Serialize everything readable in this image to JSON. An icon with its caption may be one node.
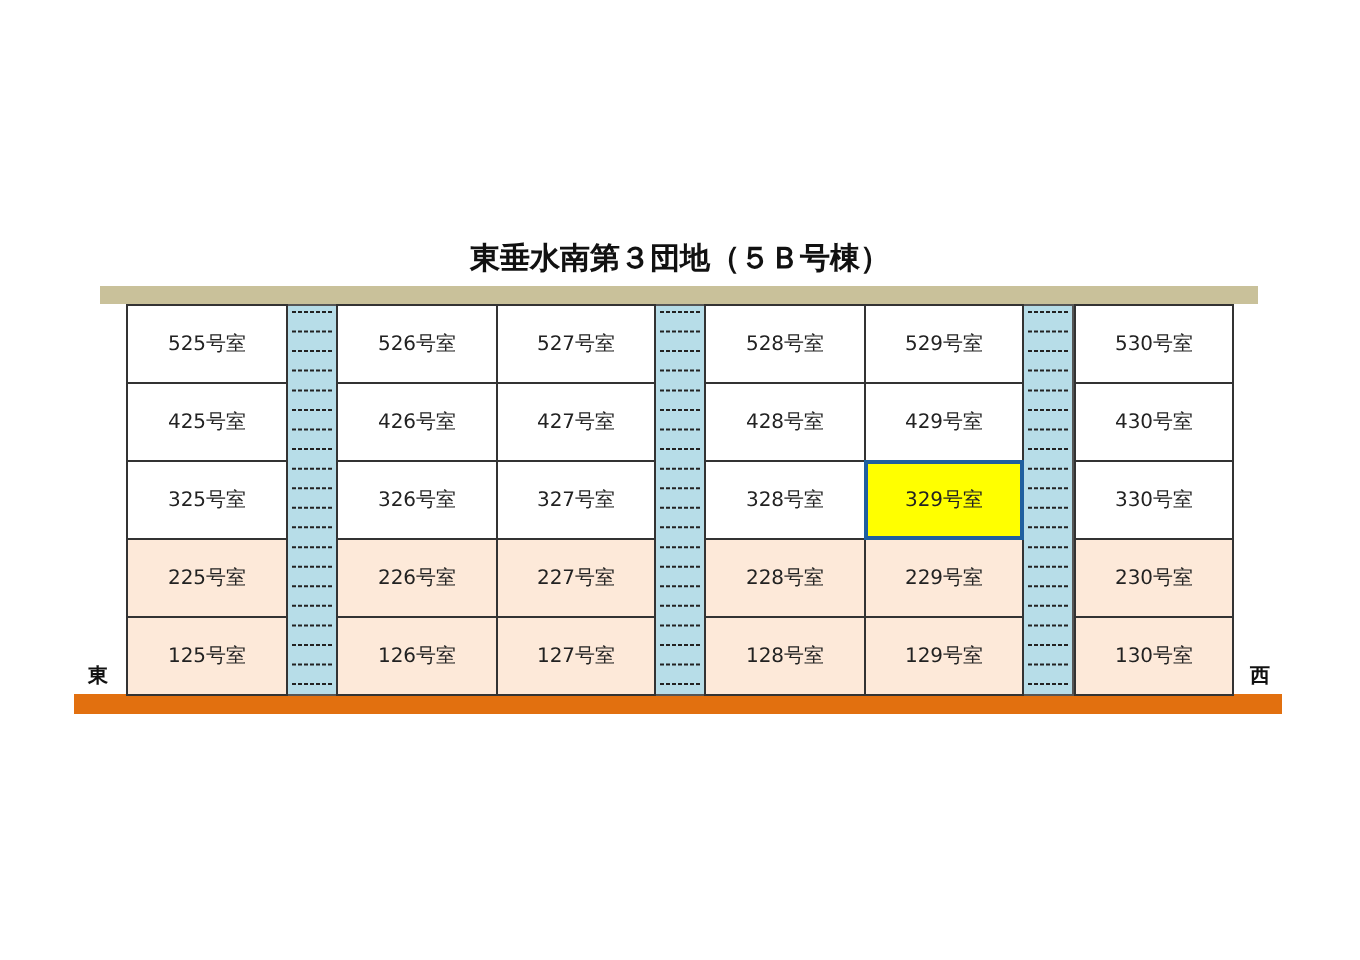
{
  "diagram": {
    "title": "東垂水南第３団地（５Ｂ号棟）",
    "nodes": [
      {
        "text": [
          "525号室"
        ]
      },
      {
        "text": [
          "526号室"
        ]
      },
      {
        "text": [
          "527号室"
        ]
      },
      {
        "text": [
          "528号室"
        ]
      },
      {
        "text": [
          "529号室"
        ]
      },
      {
        "text": [
          "530号室"
        ]
      },
      {
        "text": [
          "425号室"
        ]
      },
      {
        "text": [
          "426号室"
        ]
      },
      {
        "text": [
          "427号室"
        ]
      },
      {
        "text": [
          "428号室"
        ]
      },
      {
        "text": [
          "429号室"
        ]
      },
      {
        "text": [
          "430号室"
        ]
      },
      {
        "text": [
          "325号室"
        ]
      },
      {
        "text": [
          "326号室"
        ]
      },
      {
        "text": [
          "327号室"
        ]
      },
      {
        "text": [
          "328号室"
        ]
      },
      {
        "text": [
          "329号室"
        ]
      },
      {
        "text": [
          "330号室"
        ]
      },
      {
        "text": [
          "225号室"
        ]
      },
      {
        "text": [
          "226号室"
        ]
      },
      {
        "text": [
          "227号室"
        ]
      },
      {
        "text": [
          "228号室"
        ]
      },
      {
        "text": [
          "229号室"
        ]
      },
      {
        "text": [
          "230号室"
        ]
      },
      {
        "text": [
          "125号室"
        ]
      },
      {
        "text": [
          "126号室"
        ]
      },
      {
        "text": [
          "127号室"
        ]
      },
      {
        "text": [
          "128号室"
        ]
      },
      {
        "text": [
          "129号室"
        ]
      },
      {
        "text": [
          "130号室"
        ]
      }
    ],
    "labels": [
      "東",
      "西"
    ]
  }
}
